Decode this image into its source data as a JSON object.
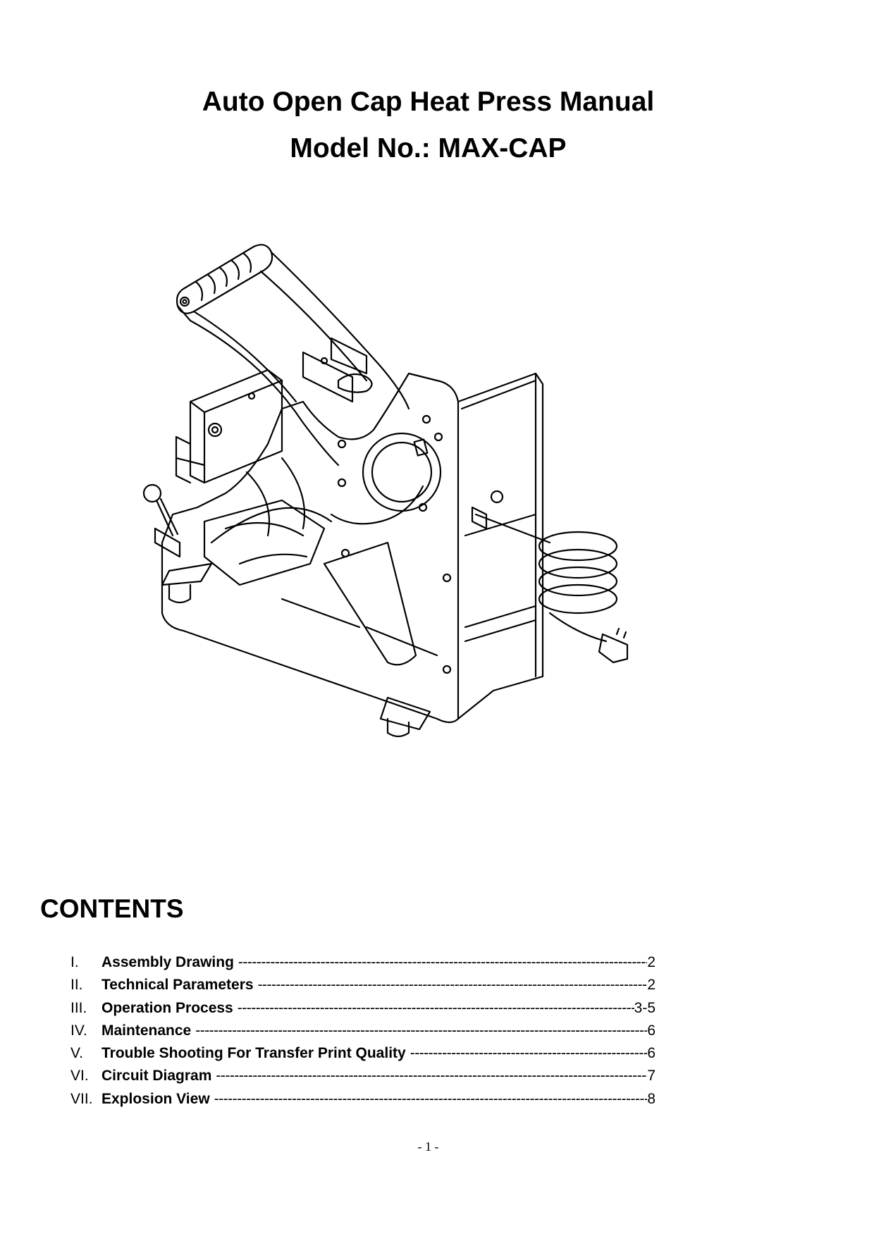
{
  "header": {
    "title_line_1": "Auto Open Cap Heat Press Manual",
    "title_line_2": "Model No.: MAX-CAP"
  },
  "contents": {
    "heading": "CONTENTS",
    "items": [
      {
        "num": "I.",
        "title": "Assembly Drawing",
        "page": "2"
      },
      {
        "num": "II.",
        "title": "Technical Parameters",
        "page": "2"
      },
      {
        "num": "III.",
        "title": "Operation Process",
        "page": "3-5"
      },
      {
        "num": "IV.",
        "title": "Maintenance",
        "page": "6"
      },
      {
        "num": "V.",
        "title": "Trouble Shooting For Transfer Print Quality",
        "page": "6"
      },
      {
        "num": "VI.",
        "title": "Circuit Diagram",
        "page": "7"
      },
      {
        "num": "VII.",
        "title": "Explosion View",
        "page": "8"
      }
    ]
  },
  "footer": {
    "page_number": "- 1 -"
  }
}
